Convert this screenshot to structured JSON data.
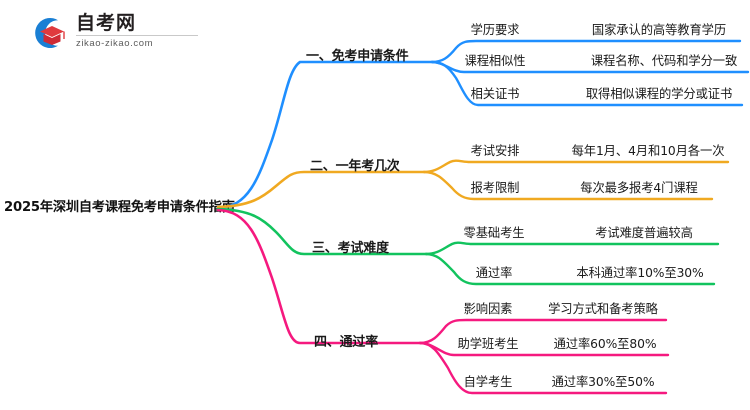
{
  "logo": {
    "name_cn": "自考网",
    "url": "zikao-zikao.com",
    "mark_icon": "graduation-cap-icon",
    "arc_color": "#1a7fd4",
    "cap_color": "#e03a3e"
  },
  "center": {
    "title": "2025年深圳自考课程免考申请条件指南"
  },
  "colors": {
    "blue": "#1f8fff",
    "orange": "#f0a921",
    "green": "#12c35e",
    "pink": "#f5197f"
  },
  "branches": [
    {
      "label": "一、免考申请条件",
      "color": "#1f8fff",
      "children": [
        {
          "label": "学历要求",
          "detail": "国家承认的高等教育学历"
        },
        {
          "label": "课程相似性",
          "detail": "课程名称、代码和学分一致"
        },
        {
          "label": "相关证书",
          "detail": "取得相似课程的学分或证书"
        }
      ]
    },
    {
      "label": "二、一年考几次",
      "color": "#f0a921",
      "children": [
        {
          "label": "考试安排",
          "detail": "每年1月、4月和10月各一次"
        },
        {
          "label": "报考限制",
          "detail": "每次最多报考4门课程"
        }
      ]
    },
    {
      "label": "三、考试难度",
      "color": "#12c35e",
      "children": [
        {
          "label": "零基础考生",
          "detail": "考试难度普遍较高"
        },
        {
          "label": "通过率",
          "detail": "本科通过率10%至30%"
        }
      ]
    },
    {
      "label": "四、通过率",
      "color": "#f5197f",
      "children": [
        {
          "label": "影响因素",
          "detail": "学习方式和备考策略"
        },
        {
          "label": "助学班考生",
          "detail": "通过率60%至80%"
        },
        {
          "label": "自学考生",
          "detail": "通过率30%至50%"
        }
      ]
    }
  ]
}
